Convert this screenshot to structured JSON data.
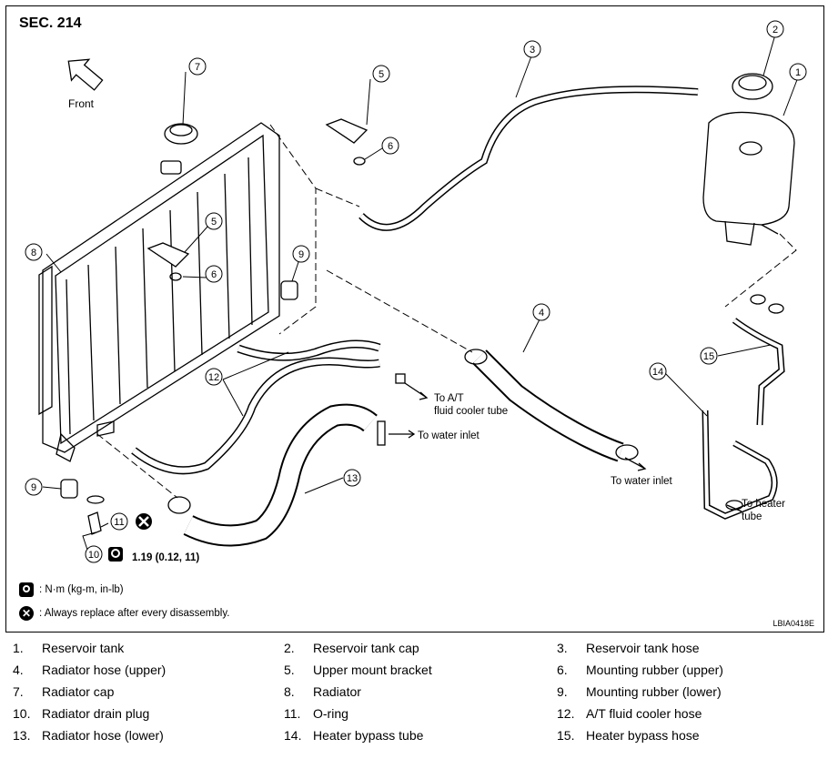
{
  "section": "SEC. 214",
  "front_label": "Front",
  "figure_code": "LBIA0418E",
  "torque_spec": "1.19 (0.12, 11)",
  "legend": {
    "torque": ": N·m (kg-m, in-lb)",
    "replace": ": Always replace after every disassembly."
  },
  "callouts": {
    "to_at_cooler": [
      "To A/T",
      "fluid cooler tube"
    ],
    "to_water_inlet_left": "To water inlet",
    "to_water_inlet_right": "To water inlet",
    "to_heater": [
      "To heater",
      "tube"
    ]
  },
  "parts": [
    {
      "num": "1.",
      "name": "Reservoir tank"
    },
    {
      "num": "2.",
      "name": "Reservoir tank cap"
    },
    {
      "num": "3.",
      "name": "Reservoir tank hose"
    },
    {
      "num": "4.",
      "name": "Radiator hose (upper)"
    },
    {
      "num": "5.",
      "name": "Upper mount bracket"
    },
    {
      "num": "6.",
      "name": "Mounting rubber (upper)"
    },
    {
      "num": "7.",
      "name": "Radiator cap"
    },
    {
      "num": "8.",
      "name": "Radiator"
    },
    {
      "num": "9.",
      "name": "Mounting rubber (lower)"
    },
    {
      "num": "10.",
      "name": "Radiator drain plug"
    },
    {
      "num": "11.",
      "name": "O-ring"
    },
    {
      "num": "12.",
      "name": "A/T fluid cooler hose"
    },
    {
      "num": "13.",
      "name": "Radiator hose (lower)"
    },
    {
      "num": "14.",
      "name": "Heater bypass tube"
    },
    {
      "num": "15.",
      "name": "Heater bypass hose"
    }
  ],
  "ref_numbers": [
    "1",
    "2",
    "3",
    "4",
    "5",
    "6",
    "7",
    "8",
    "9",
    "10",
    "11",
    "12",
    "13",
    "14",
    "15"
  ]
}
